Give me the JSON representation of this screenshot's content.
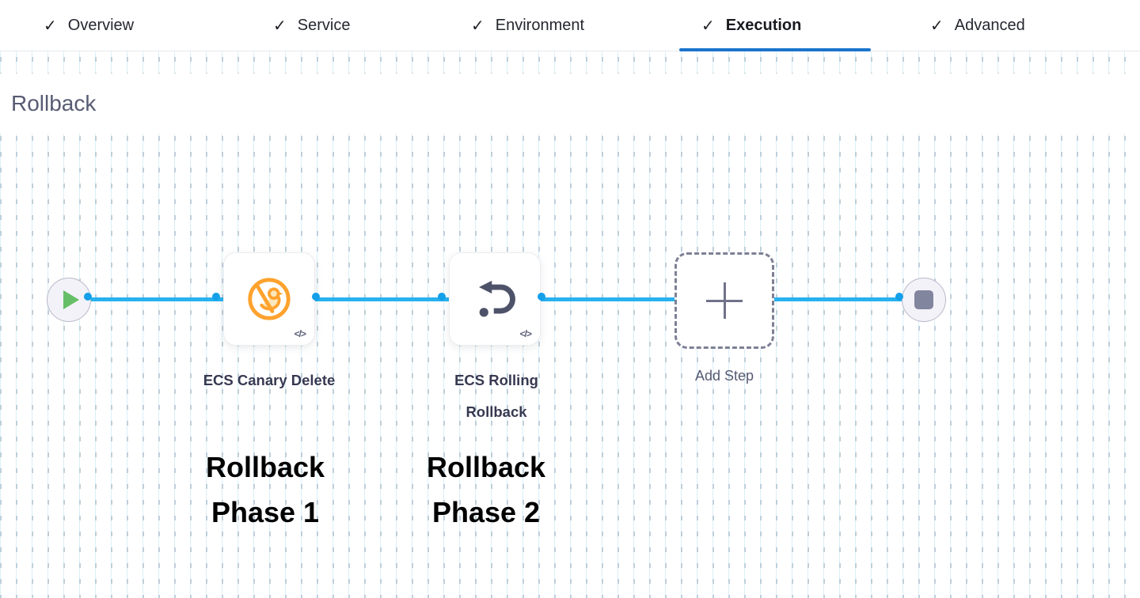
{
  "tabs": {
    "check_glyph": "✓",
    "active_tab": "Execution",
    "underline_color": "#1B74CC",
    "items": [
      {
        "label": "Overview",
        "checked": true
      },
      {
        "label": "Service",
        "checked": true
      },
      {
        "label": "Environment",
        "checked": true
      },
      {
        "label": "Execution",
        "checked": true
      },
      {
        "label": "Advanced",
        "checked": true
      }
    ]
  },
  "section": {
    "title": "Rollback"
  },
  "pipeline": {
    "connector_color": "#27B1EF",
    "start_node": {
      "icon": "play-icon",
      "color": "#66BF66"
    },
    "end_node": {
      "icon": "stop-icon",
      "color": "#82859E"
    },
    "steps": [
      {
        "name": "ECS Canary Delete",
        "icon": "canary-delete-icon",
        "icon_color": "#FFA22E",
        "code_badge": "</>",
        "annotation": "Rollback Phase 1"
      },
      {
        "name": "ECS Rolling Rollback",
        "icon": "rollback-arrow-icon",
        "icon_color": "#4E5269",
        "code_badge": "</>",
        "annotation": "Rollback Phase 2"
      }
    ],
    "add_step": {
      "label": "Add Step",
      "icon": "plus-icon"
    }
  }
}
